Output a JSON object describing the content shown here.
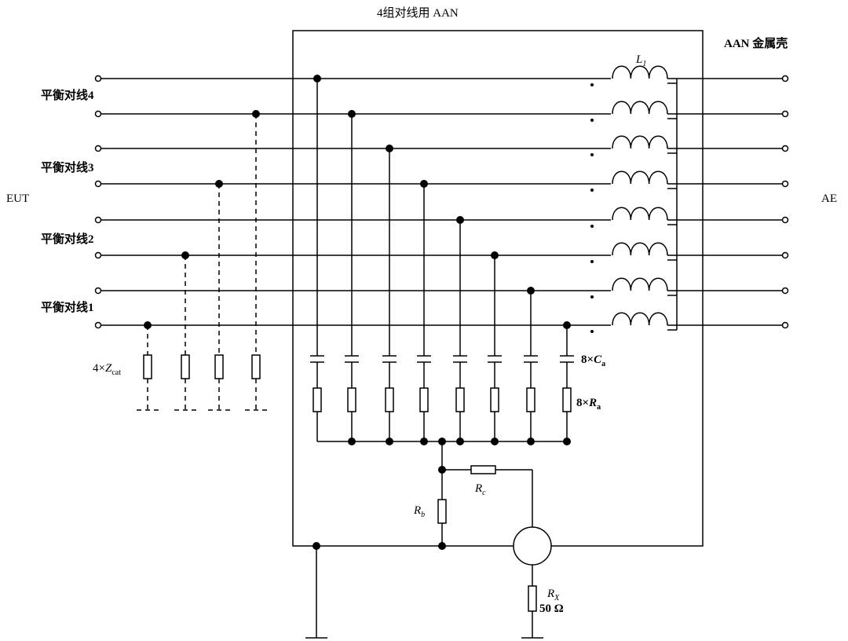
{
  "title": "4组对线用 AAN",
  "enclosure_label": "AAN 金属壳",
  "eut_label": "EUT",
  "ae_label": "AE",
  "pair_labels": [
    "平衡对线4",
    "平衡对线3",
    "平衡对线2",
    "平衡对线1"
  ],
  "inductor_label": {
    "sym": "L",
    "sub": "1"
  },
  "zcat_label": {
    "prefix": "4×",
    "sym": "Z",
    "sub": "cat"
  },
  "capacitor_label": {
    "prefix": "8×",
    "sym": "C",
    "sub": "a"
  },
  "ra_label": {
    "prefix": "8×",
    "sym": "R",
    "sub": "a"
  },
  "rb_label": {
    "sym": "R",
    "sub": "b"
  },
  "rc_label": {
    "sym": "R",
    "sub": "c"
  },
  "rx_label": {
    "sym": "R",
    "sub": "X"
  },
  "rx_value": "50 Ω",
  "colors": {
    "line": "#000000",
    "background": "#ffffff"
  }
}
